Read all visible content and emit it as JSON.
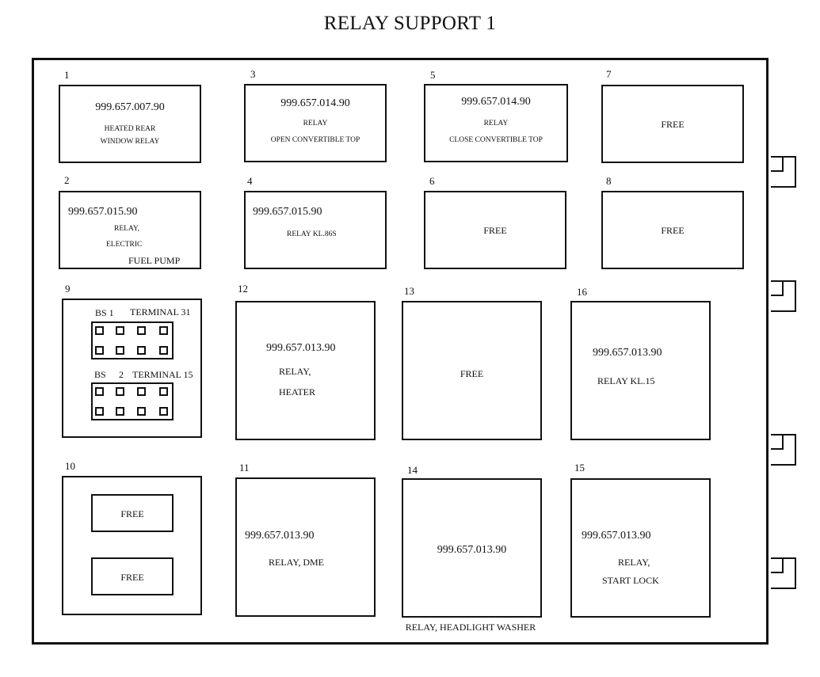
{
  "title": "RELAY SUPPORT 1",
  "slots": {
    "s1": {
      "number": "1",
      "part": "999.657.007.90",
      "line1": "HEATED REAR",
      "line2": "WINDOW RELAY"
    },
    "s2": {
      "number": "2",
      "part": "999.657.015.90",
      "line1": "RELAY,",
      "line2": "ELECTRIC",
      "line3": "FUEL PUMP"
    },
    "s3": {
      "number": "3",
      "part": "999.657.014.90",
      "line1": "RELAY",
      "line2": "OPEN CONVERTIBLE TOP"
    },
    "s4": {
      "number": "4",
      "part": "999.657.015.90",
      "line1": "RELAY KL.86S"
    },
    "s5": {
      "number": "5",
      "part": "999.657.014.90",
      "line1": "RELAY",
      "line2": "CLOSE CONVERTIBLE TOP"
    },
    "s6": {
      "number": "6",
      "label": "FREE"
    },
    "s7": {
      "number": "7",
      "label": "FREE"
    },
    "s8": {
      "number": "8",
      "label": "FREE"
    },
    "s9": {
      "number": "9",
      "bs1": "BS 1",
      "bs1_terminal": "TERMINAL 31",
      "bs2": "BS",
      "bs2_num": "2",
      "bs2_terminal": "TERMINAL 15"
    },
    "s10": {
      "number": "10",
      "upper": "FREE",
      "lower": "FREE"
    },
    "s11": {
      "number": "11",
      "part": "999.657.013.90",
      "line1": "RELAY, DME"
    },
    "s12": {
      "number": "12",
      "part": "999.657.013.90",
      "line1": "RELAY,",
      "line2": "HEATER"
    },
    "s13": {
      "number": "13",
      "label": "FREE"
    },
    "s14": {
      "number": "14",
      "part": "999.657.013.90",
      "below": "RELAY, HEADLIGHT WASHER"
    },
    "s15": {
      "number": "15",
      "part": "999.657.013.90",
      "line1": "RELAY,",
      "line2": "START LOCK"
    },
    "s16": {
      "number": "16",
      "part": "999.657.013.90",
      "line1": "RELAY KL.15"
    }
  }
}
